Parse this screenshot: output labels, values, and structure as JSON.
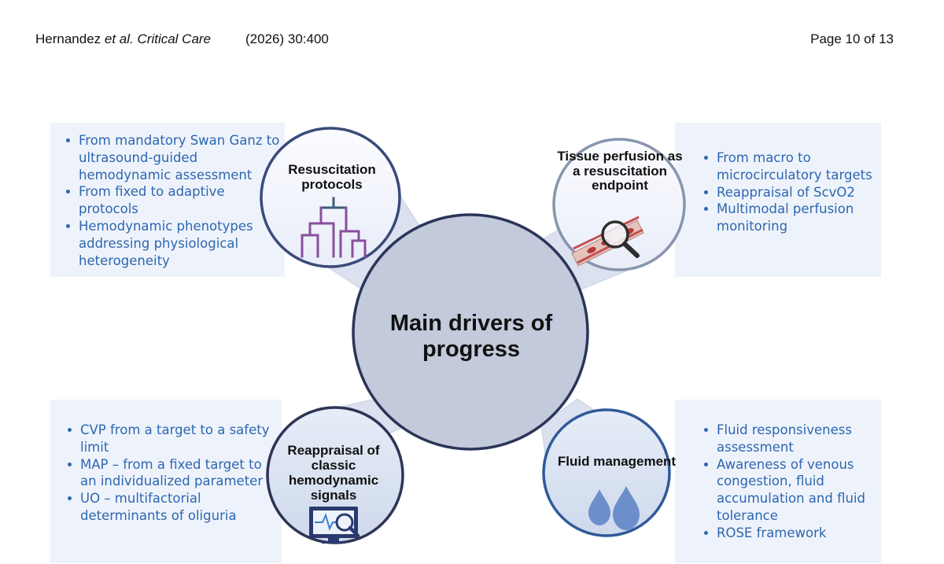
{
  "header": {
    "authors": "Hernandez",
    "etal": "et al.",
    "journal": "Critical Care",
    "citation": "(2026) 30:400",
    "page": "Page 10 of 13"
  },
  "center": {
    "label": "Main drivers of progress"
  },
  "nodes": {
    "top_left": {
      "label": "Resuscitation protocols",
      "icon": "dendrogram-icon",
      "bullets": [
        "From mandatory Swan Ganz to ultrasound-guided hemodynamic assessment",
        "From fixed to adaptive protocols",
        "Hemodynamic  phenotypes addressing physiological heterogeneity"
      ]
    },
    "top_right": {
      "label": "Tissue perfusion as a resuscitation endpoint",
      "icon": "blood-vessel-magnifier-icon",
      "bullets": [
        "From macro to microcirculatory targets",
        "Reappraisal of ScvO2",
        "Multimodal perfusion monitoring"
      ]
    },
    "bottom_left": {
      "label": "Reappraisal of classic hemodynamic signals",
      "icon": "monitor-magnifier-icon",
      "bullets": [
        "CVP from a target to a safety limit",
        "MAP – from a fixed target to an individualized parameter",
        "UO – multifactorial determinants of oliguria"
      ]
    },
    "bottom_right": {
      "label": "Fluid management",
      "icon": "droplets-icon",
      "bullets": [
        "Fluid responsiveness assessment",
        "Awareness of venous congestion, fluid accumulation and fluid tolerance",
        "ROSE framework"
      ]
    }
  },
  "colors": {
    "center_fill": "#c2cadb",
    "center_stroke": "#2a3558",
    "node_fill_top": "#f7f8fd",
    "node_fill_bottom": "#dde6f4",
    "connector": "#dbe1ef",
    "panel_bg": "#eef3fb",
    "bullet_text": "#2e66b0",
    "ring_top_left": "#3b4a7a",
    "ring_top_right": "#8795ad",
    "ring_bottom_left": "#2e3456",
    "ring_bottom_right": "#2f5a9a"
  }
}
